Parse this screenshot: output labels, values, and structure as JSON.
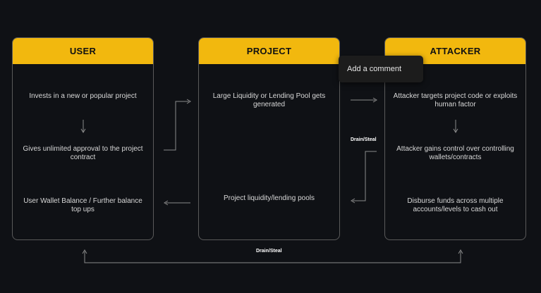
{
  "cards": {
    "user": {
      "title": "USER",
      "steps": [
        "Invests in a new or popular project",
        "Gives unlimited approval to the project contract",
        "User Wallet Balance / Further balance top ups"
      ]
    },
    "project": {
      "title": "PROJECT",
      "steps": [
        "Large Liquidity or Lending Pool gets generated",
        "Project liquidity/lending pools"
      ]
    },
    "attacker": {
      "title": "ATTACKER",
      "steps": [
        "Attacker targets project code or exploits human factor",
        "Attacker gains control over controlling wallets/contracts",
        "Disburse funds across multiple accounts/levels to cash out"
      ]
    }
  },
  "labels": {
    "drain_mid": "Drain/Steal",
    "drain_bottom": "Drain/Steal"
  },
  "tooltip": {
    "text": "Add a comment"
  },
  "colors": {
    "accent": "#f2b80e",
    "background": "#0f1115",
    "line": "#8a8a8a"
  }
}
